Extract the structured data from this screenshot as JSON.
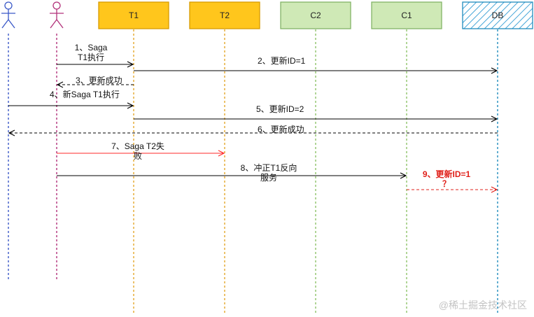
{
  "participants": [
    {
      "id": "actor1",
      "type": "actor",
      "label": "",
      "color": "#3b59c8"
    },
    {
      "id": "actor2",
      "type": "actor",
      "label": "",
      "color": "#b2317a"
    },
    {
      "id": "T1",
      "type": "box",
      "label": "T1",
      "fill": "#ffc61c",
      "stroke": "#d79b00",
      "line": "#e3a72b"
    },
    {
      "id": "T2",
      "type": "box",
      "label": "T2",
      "fill": "#ffc61c",
      "stroke": "#d79b00",
      "line": "#e3a72b"
    },
    {
      "id": "C2",
      "type": "box",
      "label": "C2",
      "fill": "#cfe9b6",
      "stroke": "#82b366",
      "line": "#8ec36a"
    },
    {
      "id": "C1",
      "type": "box",
      "label": "C1",
      "fill": "#cfe9b6",
      "stroke": "#82b366",
      "line": "#8ec36a"
    },
    {
      "id": "DB",
      "type": "box",
      "label": "DB",
      "fill": "#ffffff",
      "stroke": "#1f8bbd",
      "hatch": "#47a6d8",
      "line": "#1f8bbd"
    }
  ],
  "messages": [
    {
      "text": "1、Saga\nT1执行",
      "style": "solid",
      "color": "#000000"
    },
    {
      "text": "2、更新ID=1",
      "style": "solid",
      "color": "#000000"
    },
    {
      "text": "3、更新成功",
      "style": "dashed",
      "color": "#000000"
    },
    {
      "text": "4、新Saga T1执行",
      "style": "solid",
      "color": "#000000"
    },
    {
      "text": "5、更新ID=2",
      "style": "solid",
      "color": "#000000"
    },
    {
      "text": "6、更新成功",
      "style": "dashed",
      "color": "#000000"
    },
    {
      "text": "7、Saga T2失\n败",
      "style": "solid",
      "color": "#ff2a2a"
    },
    {
      "text": "8、冲正T1反向\n服务",
      "style": "solid",
      "color": "#000000"
    },
    {
      "text": "9、更新ID=1\n？",
      "style": "dashed",
      "color": "#e0211b"
    }
  ],
  "watermark": "@稀土掘金技术社区"
}
